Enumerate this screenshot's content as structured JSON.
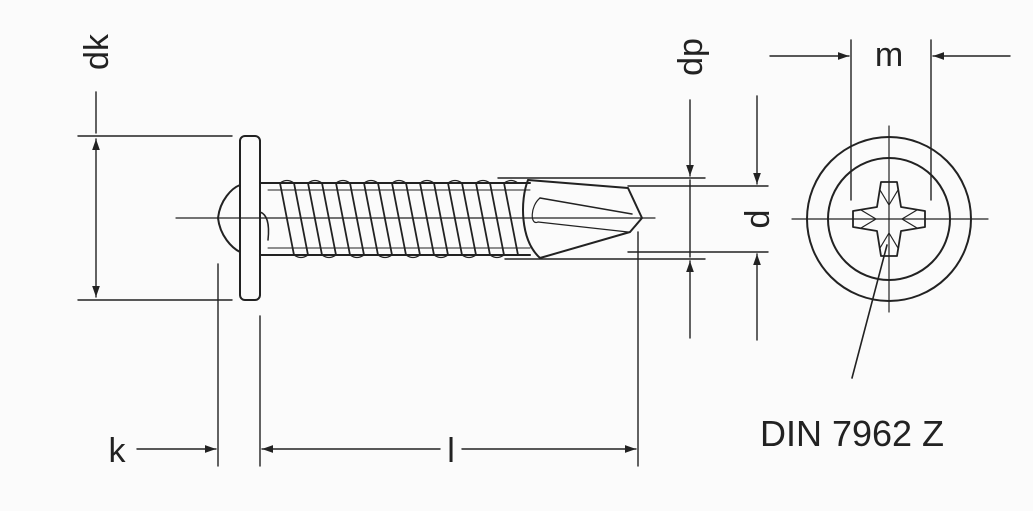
{
  "labels": {
    "dk": "dk",
    "dp": "dp",
    "d": "d",
    "m": "m",
    "k": "k",
    "l": "l",
    "standard": "DIN 7962 Z"
  },
  "colors": {
    "line": "#222222",
    "background": "#fbfbfb"
  }
}
